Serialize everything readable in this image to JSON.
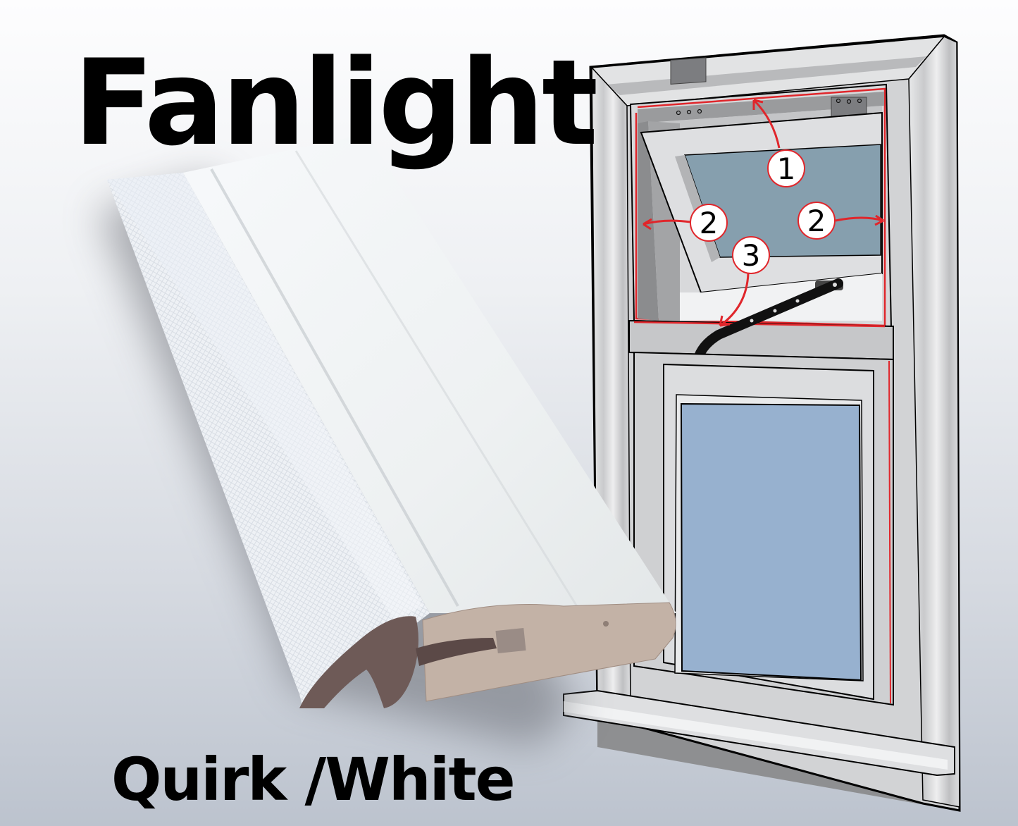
{
  "title": "Fanlight",
  "subtitle": "Quirk /White",
  "product": {
    "name": "Quirk seal strip",
    "color": "White",
    "face_color": "#eef1f3",
    "foam_color": "#c3b2a6",
    "pile_color": "#6e5a57"
  },
  "diagram": {
    "subject": "fanlight window",
    "callouts": [
      {
        "label": "1",
        "target": "top frame (hinge side)"
      },
      {
        "label": "2",
        "target": "left frame side"
      },
      {
        "label": "2",
        "target": "right frame side"
      },
      {
        "label": "3",
        "target": "bottom transom"
      }
    ],
    "callout_color": "#e0262b",
    "glass_top_color": "#869fae",
    "glass_bottom_color": "#97b1cf",
    "frame_color": "#d6d7d9"
  }
}
